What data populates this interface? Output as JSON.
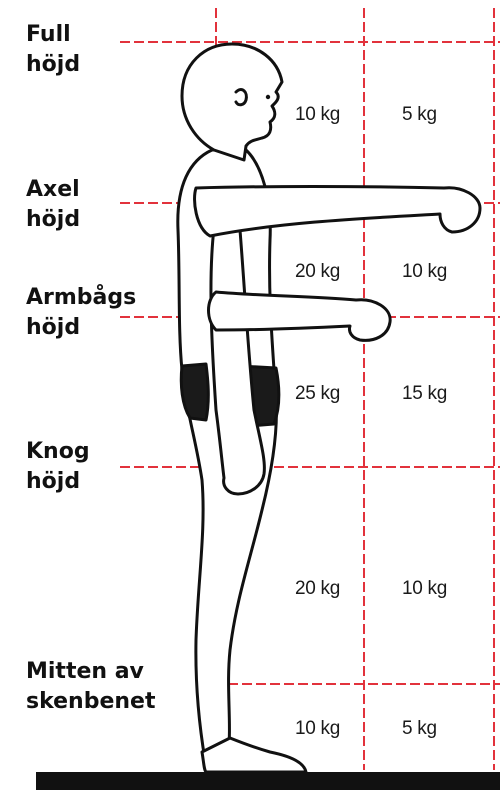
{
  "colors": {
    "grid_line": "#e2323c",
    "figure_outline": "#111111",
    "floor": "#111111",
    "text": "#111111"
  },
  "levels": {
    "full": "Full\nhöjd",
    "axel": "Axel\nhöjd",
    "armbags": "Armbågs\nhöjd",
    "knog": "Knog\nhöjd",
    "mitten": "Mitten av\nskenbenet"
  },
  "weights": [
    {
      "near": "10 kg",
      "far": "5 kg"
    },
    {
      "near": "20 kg",
      "far": "10 kg"
    },
    {
      "near": "25 kg",
      "far": "15 kg"
    },
    {
      "near": "20 kg",
      "far": "10 kg"
    },
    {
      "near": "10 kg",
      "far": "5 kg"
    }
  ],
  "figure": {
    "icon": "standing-person-side-view-icon"
  }
}
